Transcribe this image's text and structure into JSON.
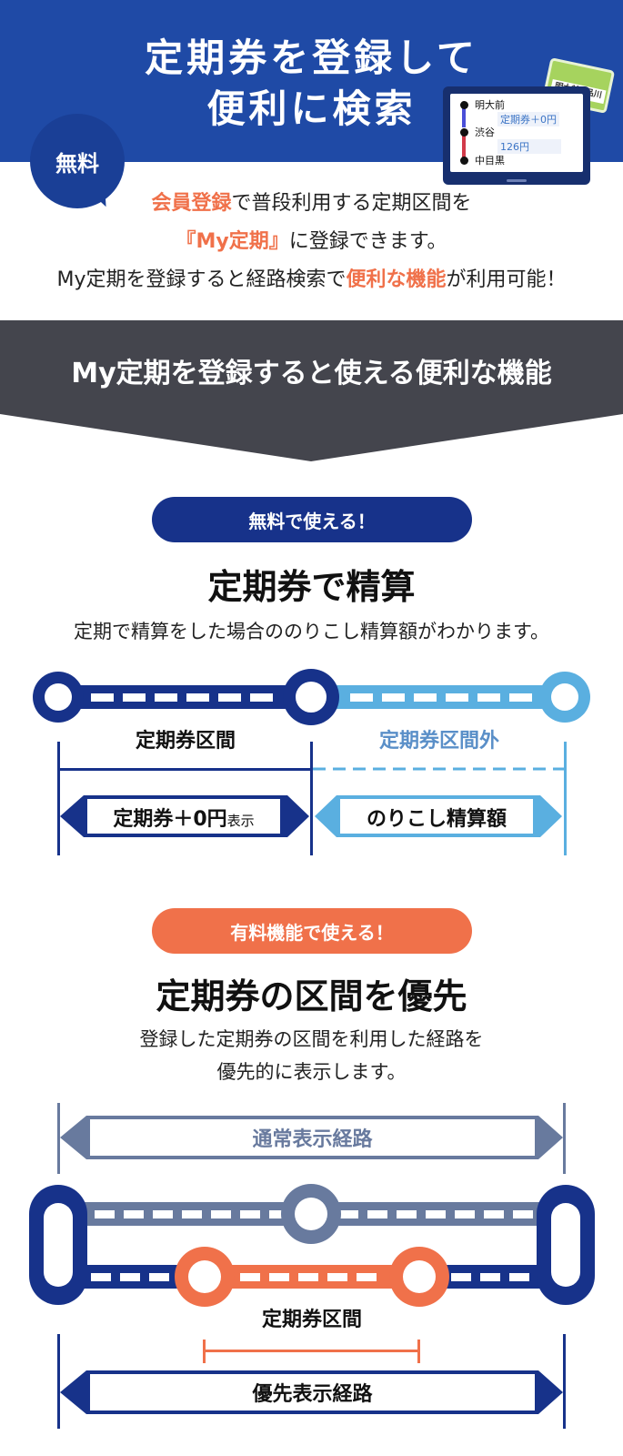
{
  "hero": {
    "title_line1": "定期券を登録して",
    "title_line2": "便利に検索",
    "badge": "無料"
  },
  "phone": {
    "station1": "明大前",
    "fare1": "定期券＋0円",
    "station2": "渋谷",
    "fare2": "126円",
    "station3": "中目黒",
    "ticket_from": "明大前",
    "ticket_arrow": "↔",
    "ticket_to": "品川"
  },
  "intro": {
    "line1_hl": "会員登録",
    "line1_rest": "で普段利用する定期区間を",
    "line2_hl": "『My定期』",
    "line2_rest": "に登録できます。",
    "line3_start": "My定期を登録すると経路検索で",
    "line3_hl": "便利な機能",
    "line3_end": "が利用可能！"
  },
  "banner": {
    "title": "My定期を登録すると使える便利な機能"
  },
  "feature1": {
    "pill": "無料で使える！",
    "title": "定期券で精算",
    "desc": "定期で精算をした場合ののりこし精算額がわかります。",
    "label_in": "定期券区間",
    "label_out": "定期券区間外",
    "box_in": "定期券＋0円",
    "box_in_small": "表示",
    "box_out": "のりこし精算額"
  },
  "feature2": {
    "pill": "有料機能で使える！",
    "title": "定期券の区間を優先",
    "desc_line1": "登録した定期券の区間を利用した経路を",
    "desc_line2": "優先的に表示します。",
    "normal_route": "通常表示経路",
    "pass_section": "定期券区間",
    "priority_route": "優先表示経路"
  },
  "colors": {
    "navy": "#17328a",
    "hero_blue": "#1f4aa6",
    "light_blue": "#5aafe0",
    "gray_blue": "#687a9e",
    "orange": "#f0714a",
    "banner_gray": "#44454d"
  }
}
